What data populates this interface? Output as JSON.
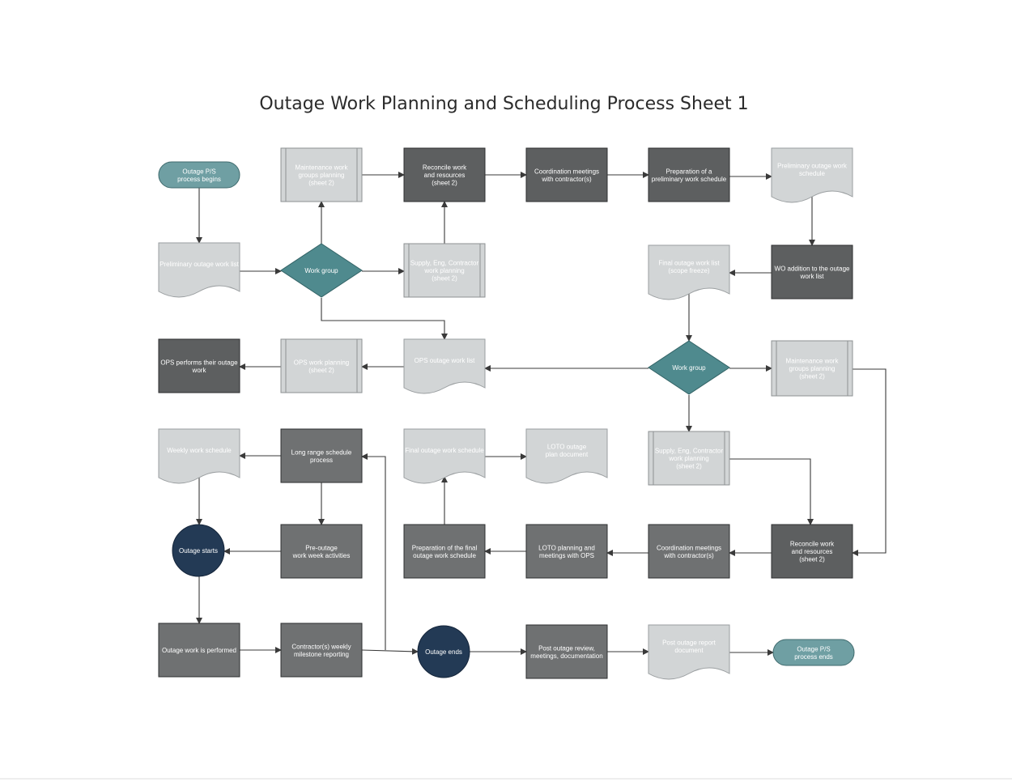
{
  "title": "Outage Work Planning and Scheduling Process Sheet 1",
  "colors": {
    "terminal_fill": "#6f9fa3",
    "process_dark": "#5d5f60",
    "process_mid": "#6f7172",
    "light": "#d2d5d6",
    "decision": "#4f8a8e",
    "circle": "#233a55",
    "line": "#3a3a3a"
  },
  "nodes": {
    "ps_begins": "Outage P/S\nprocess begins",
    "maint_planning_1": "Maintenance work\ngroups planning\n(sheet 2)",
    "reconcile_1": "Reconcile work\nand resources\n(sheet 2)",
    "coord_1": "Coordination meetings\nwith contractor(s)",
    "prep_prelim": "Preparation of a\npreliminary work schedule",
    "prelim_schedule": "Preliminary outage work\nschedule",
    "prelim_list": "Preliminary outage work list",
    "work_group_1": "Work group",
    "supply_planning_1": "Supply, Eng, Contractor\nwork planning\n(sheet 2)",
    "final_list": "Final outage work list\n(scope freeze)",
    "wo_addition": "WO addition to the outage\nwork list",
    "ops_performs": "OPS performs their outage\nwork",
    "ops_planning": "OPS work planning\n(sheet 2)",
    "ops_list": "OPS outage work list",
    "work_group_2": "Work group",
    "maint_planning_2": "Maintenance work\ngroups planning\n(sheet 2)",
    "weekly_schedule": "Weekly work schedule",
    "long_range": "Long range schedule\nprocess",
    "final_schedule": "Final outage work schedule",
    "loto_doc": "LOTO outage\nplan document",
    "supply_planning_2": "Supply, Eng, Contractor\nwork planning\n(sheet 2)",
    "outage_starts": "Outage starts",
    "pre_outage": "Pre-outage\nwork week activities",
    "prep_final": "Preparation of the final\noutage work schedule",
    "loto_planning": "LOTO planning and\nmeetings with OPS",
    "coord_2": "Coordination meetings\nwith contractor(s)",
    "reconcile_2": "Reconcile work\nand resources\n(sheet 2)",
    "work_performed": "Outage work is performed",
    "contractor_reporting": "Contractor(s) weekly\nmilestone reporting",
    "outage_ends": "Outage ends",
    "post_review": "Post outage review,\nmeetings, documentation",
    "post_report": "Post outage report\ndocument",
    "ps_ends": "Outage P/S\nprocess ends"
  }
}
